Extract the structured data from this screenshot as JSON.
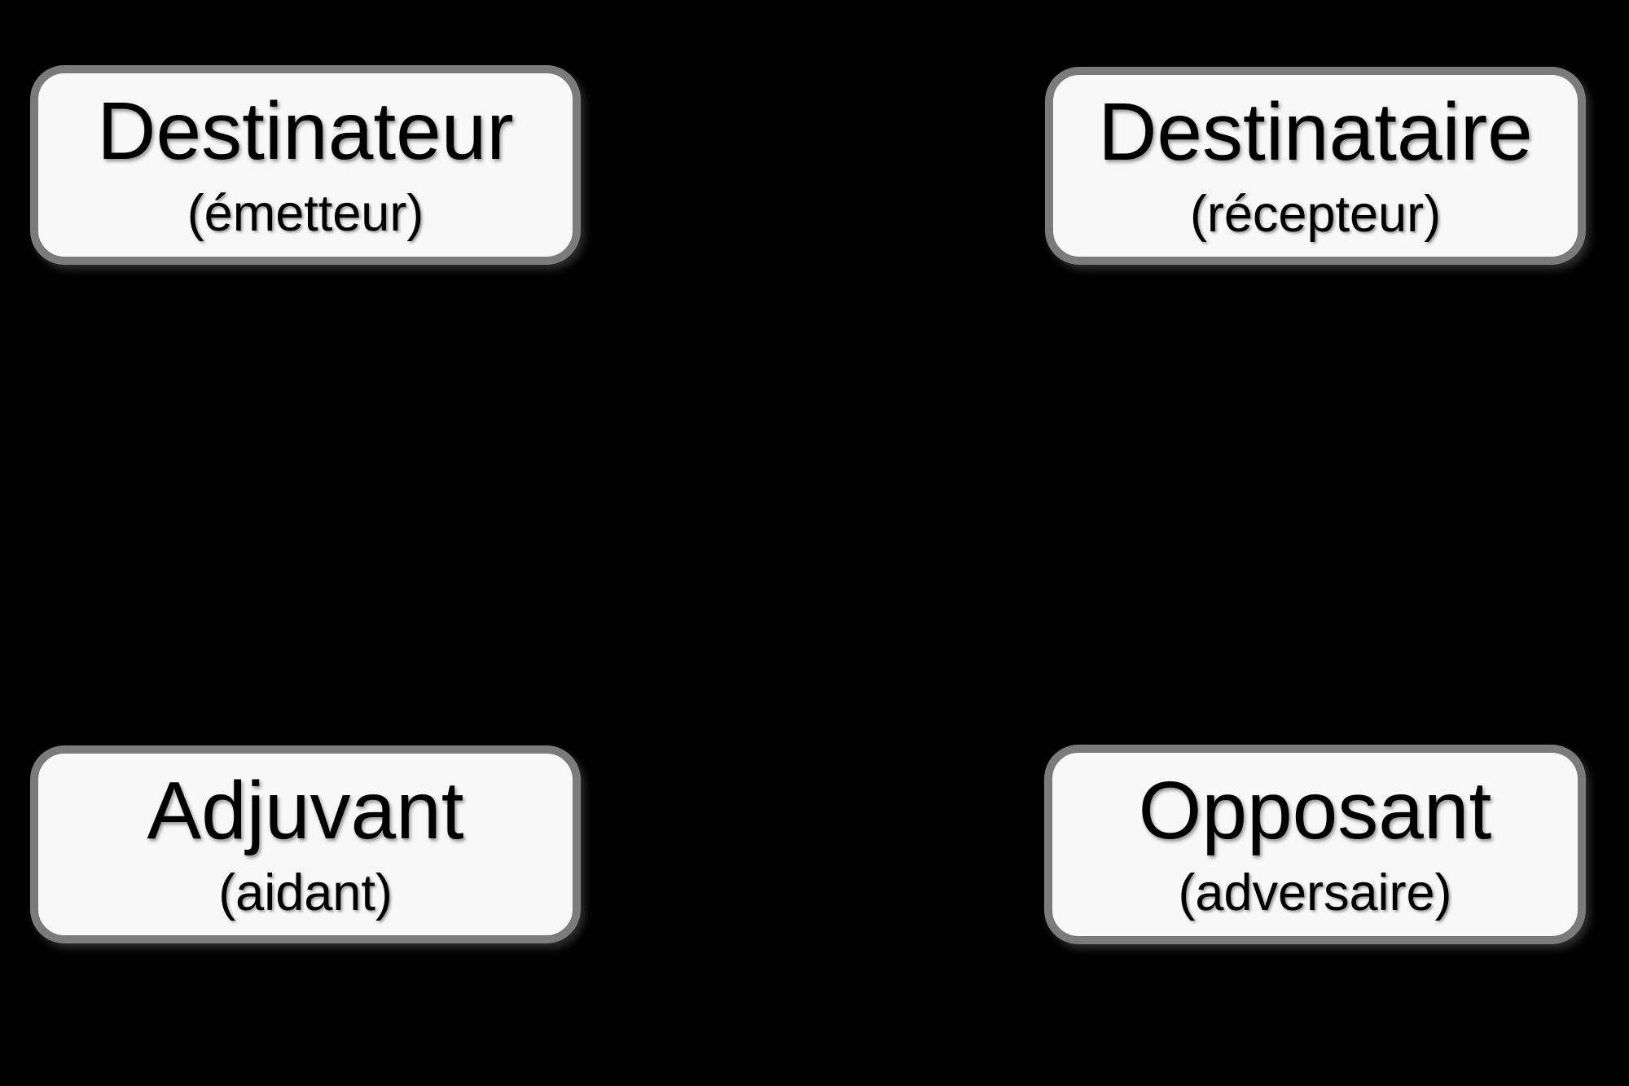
{
  "diagram": {
    "colors": {
      "background": "#000000",
      "box_fill": "#f8f8f8",
      "box_border": "#7b7b7b",
      "text": "#000000"
    },
    "boxes": [
      {
        "id": "destinateur",
        "title": "Destinateur",
        "subtitle": "(émetteur)"
      },
      {
        "id": "destinataire",
        "title": "Destinataire",
        "subtitle": "(récepteur)"
      },
      {
        "id": "adjuvant",
        "title": "Adjuvant",
        "subtitle": "(aidant)"
      },
      {
        "id": "opposant",
        "title": "Opposant",
        "subtitle": "(adversaire)"
      }
    ]
  }
}
